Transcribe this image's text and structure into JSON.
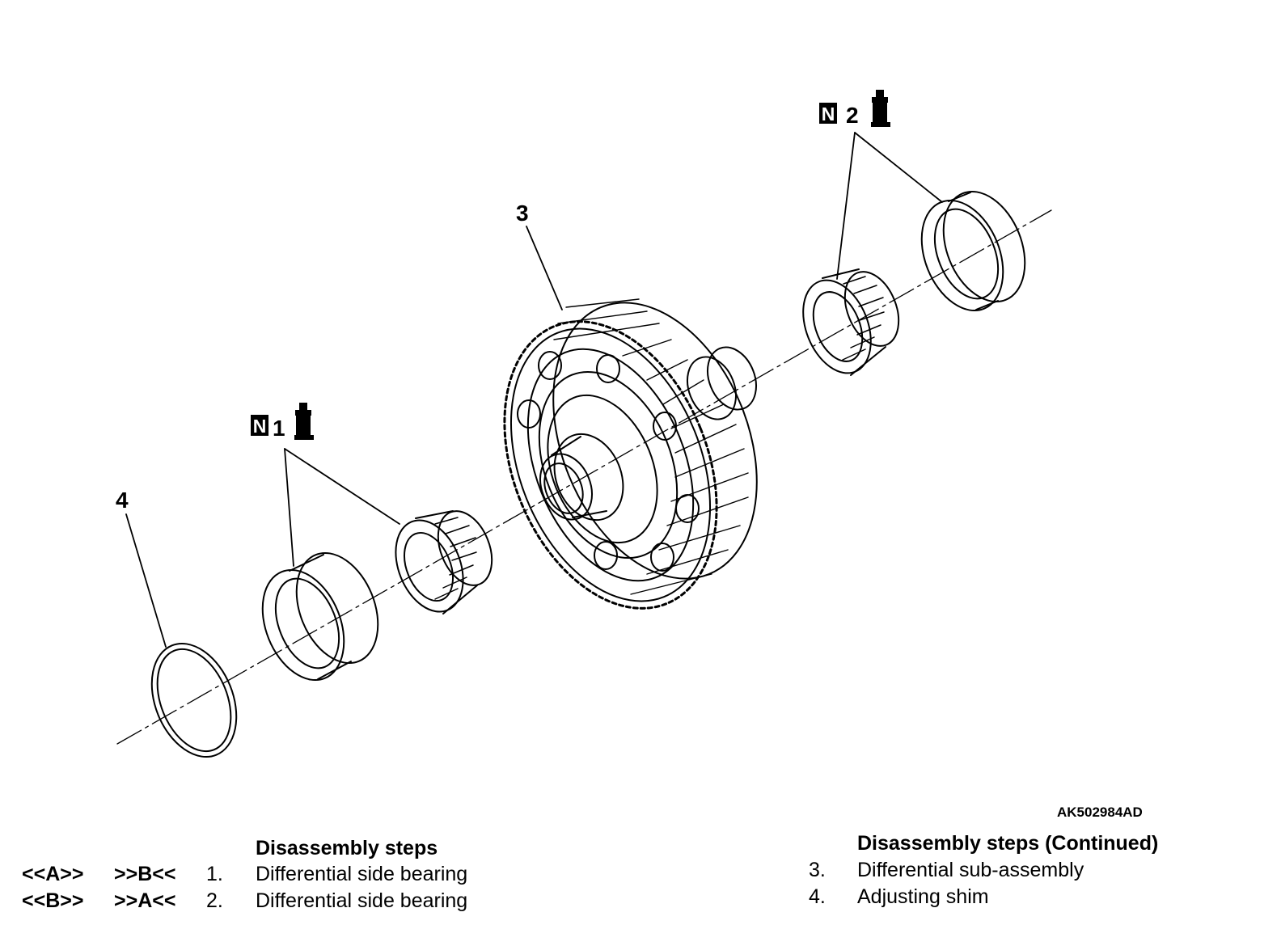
{
  "callouts": {
    "part1": {
      "number": "1",
      "new_mark": "N"
    },
    "part2": {
      "number": "2",
      "new_mark": "N"
    },
    "part3": {
      "number": "3"
    },
    "part4": {
      "number": "4"
    }
  },
  "figure_code": "AK502984AD",
  "steps_left": {
    "heading": "Disassembly steps",
    "items": [
      {
        "removal_code": "<<A>>",
        "install_code": ">>B<<",
        "number": "1.",
        "label": "Differential side bearing"
      },
      {
        "removal_code": "<<B>>",
        "install_code": ">>A<<",
        "number": "2.",
        "label": "Differential side bearing"
      }
    ]
  },
  "steps_right": {
    "heading": "Disassembly steps (Continued)",
    "items": [
      {
        "number": "3.",
        "label": "Differential sub-assembly"
      },
      {
        "number": "4.",
        "label": "Adjusting shim"
      }
    ]
  }
}
